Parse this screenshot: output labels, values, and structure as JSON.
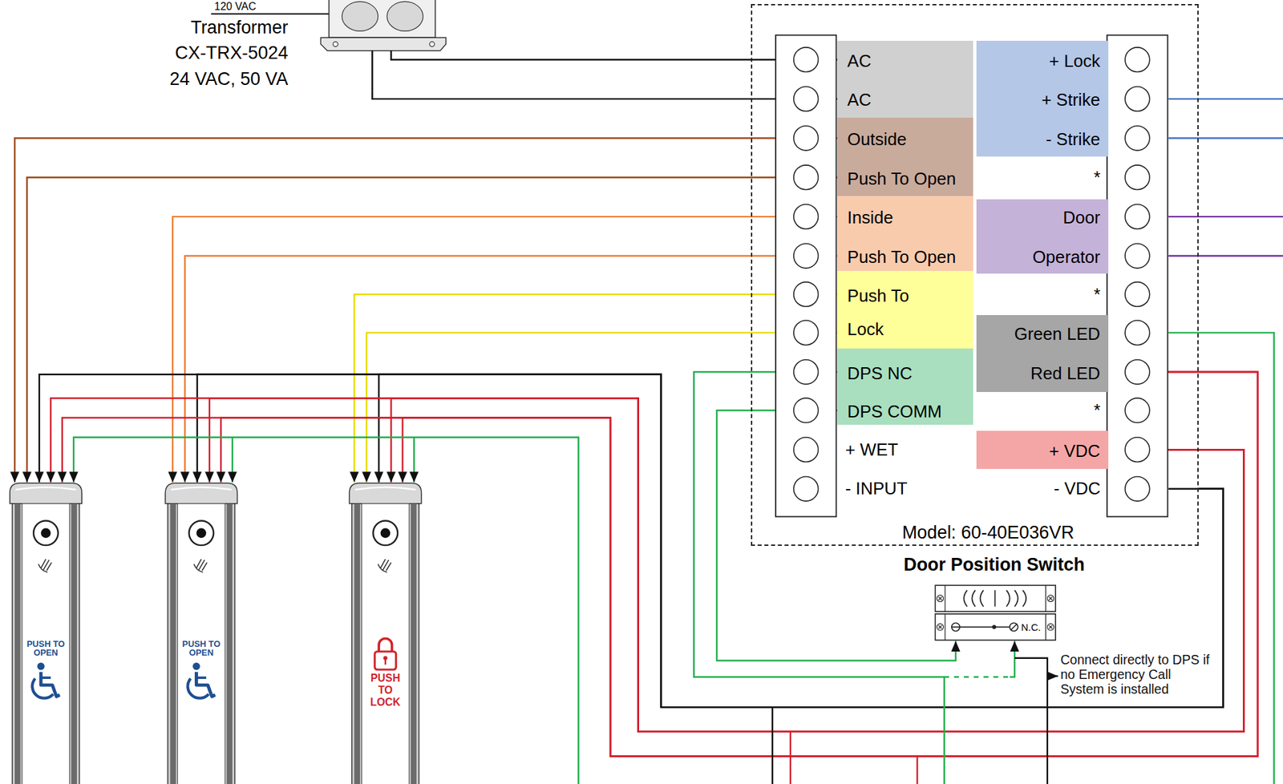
{
  "diagram": {
    "nodes": [
      {
        "text": [
          "Transformer",
          "CX-TRX-5024",
          "24 VAC, 50 VA"
        ]
      },
      {
        "text": [
          "Model: 60-40E036VR"
        ]
      },
      {
        "text": [
          "AC",
          "AC"
        ],
        "in": 1
      },
      {
        "text": [
          "+ Lock",
          "+ Strike",
          "- Strike"
        ],
        "in": 1
      },
      {
        "text": [
          "Outside",
          "Push To Open"
        ],
        "in": 1
      },
      {
        "text": [
          "Inside",
          "Push To Open"
        ],
        "in": 1
      },
      {
        "text": [
          "Door",
          "Operator"
        ],
        "in": 1
      },
      {
        "text": [
          "Push To",
          "Lock"
        ],
        "in": 1
      },
      {
        "text": [
          "Green LED",
          "Red LED"
        ],
        "in": 1
      },
      {
        "text": [
          "DPS NC",
          "DPS COMM"
        ],
        "in": 1
      },
      {
        "text": [
          "+ VDC"
        ],
        "in": 1
      },
      {
        "text": [
          "Door Position Switch",
          "N.C."
        ]
      },
      {
        "text": [
          "PUSH TO OPEN"
        ]
      },
      {
        "text": [
          "PUSH TO OPEN"
        ]
      },
      {
        "text": [
          "PUSH TO LOCK"
        ]
      }
    ],
    "edges": [
      {
        "from": 0,
        "to": 2,
        "arrow": "none"
      },
      {
        "from": 0,
        "to": 2,
        "arrow": "none"
      },
      {
        "from": 4,
        "to": 12,
        "arrow": "to"
      },
      {
        "from": 4,
        "to": 12,
        "arrow": "to"
      },
      {
        "from": 5,
        "to": 13,
        "arrow": "to"
      },
      {
        "from": 5,
        "to": 13,
        "arrow": "to"
      },
      {
        "from": 7,
        "to": 14,
        "arrow": "to"
      },
      {
        "from": 7,
        "to": 14,
        "arrow": "to"
      },
      {
        "from": 9,
        "to": 11,
        "arrow": "to"
      },
      {
        "from": 9,
        "to": 11,
        "arrow": "to"
      },
      {
        "from": 1,
        "to": 12,
        "arrow": "to"
      },
      {
        "from": 1,
        "to": 13,
        "arrow": "to"
      },
      {
        "from": 1,
        "to": 14,
        "arrow": "to"
      },
      {
        "from": 10,
        "to": 12,
        "arrow": "to"
      },
      {
        "from": 10,
        "to": 13,
        "arrow": "to"
      },
      {
        "from": 10,
        "to": 14,
        "arrow": "to"
      },
      {
        "from": 8,
        "to": 12,
        "arrow": "to"
      },
      {
        "from": 8,
        "to": 13,
        "arrow": "to"
      },
      {
        "from": 8,
        "to": 14,
        "arrow": "to"
      }
    ],
    "labels": [
      "120 VAC",
      "*",
      "*",
      "*",
      "+ WET",
      "- INPUT",
      "- VDC",
      "Connect directly to DPS if no Emergency Call System is installed"
    ]
  }
}
